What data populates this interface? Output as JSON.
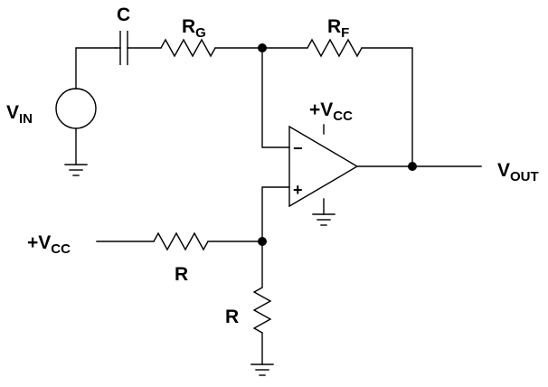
{
  "labels": {
    "capacitor": "C",
    "rg_main": "R",
    "rg_sub": "G",
    "rf_main": "R",
    "rf_sub": "F",
    "vin_main": "V",
    "vin_sub": "IN",
    "vcc_top_main": "+V",
    "vcc_top_sub": "CC",
    "vcc_left_main": "+V",
    "vcc_left_sub": "CC",
    "vout_main": "V",
    "vout_sub": "OUT",
    "r_horizontal": "R",
    "r_vertical": "R",
    "opamp_minus": "−",
    "opamp_plus": "+"
  }
}
